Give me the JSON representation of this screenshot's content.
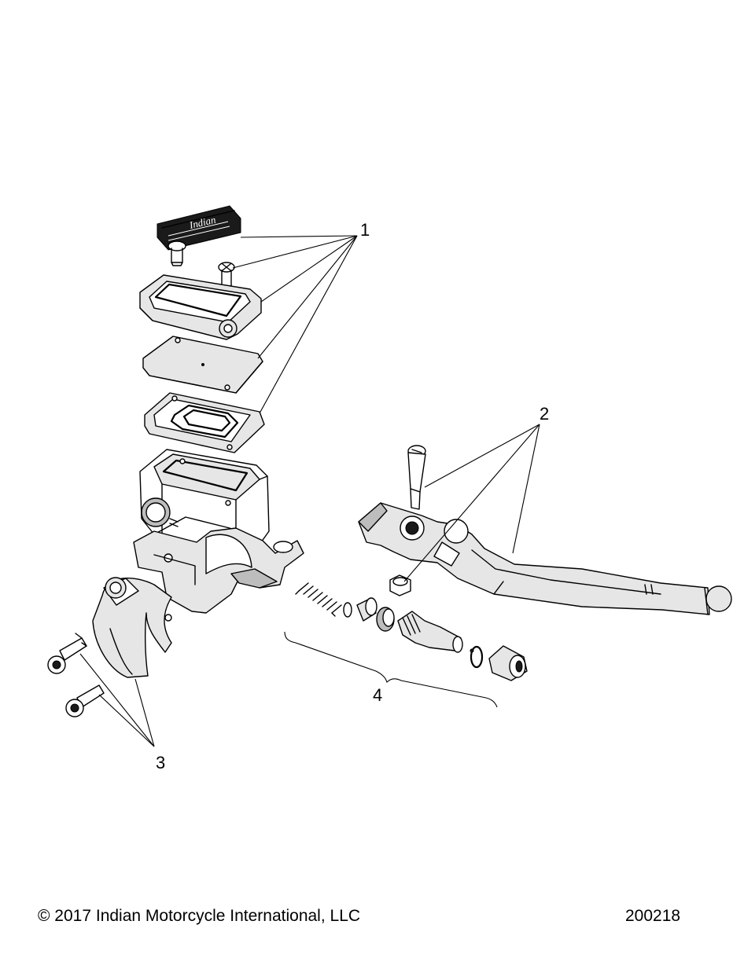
{
  "callouts": [
    {
      "id": "1",
      "label": "1"
    },
    {
      "id": "2",
      "label": "2"
    },
    {
      "id": "3",
      "label": "3"
    },
    {
      "id": "4",
      "label": "4"
    }
  ],
  "footer": {
    "copyright": "© 2017 Indian Motorcycle International, LLC",
    "diagram_number": "200218"
  },
  "decal_text": "Indian"
}
